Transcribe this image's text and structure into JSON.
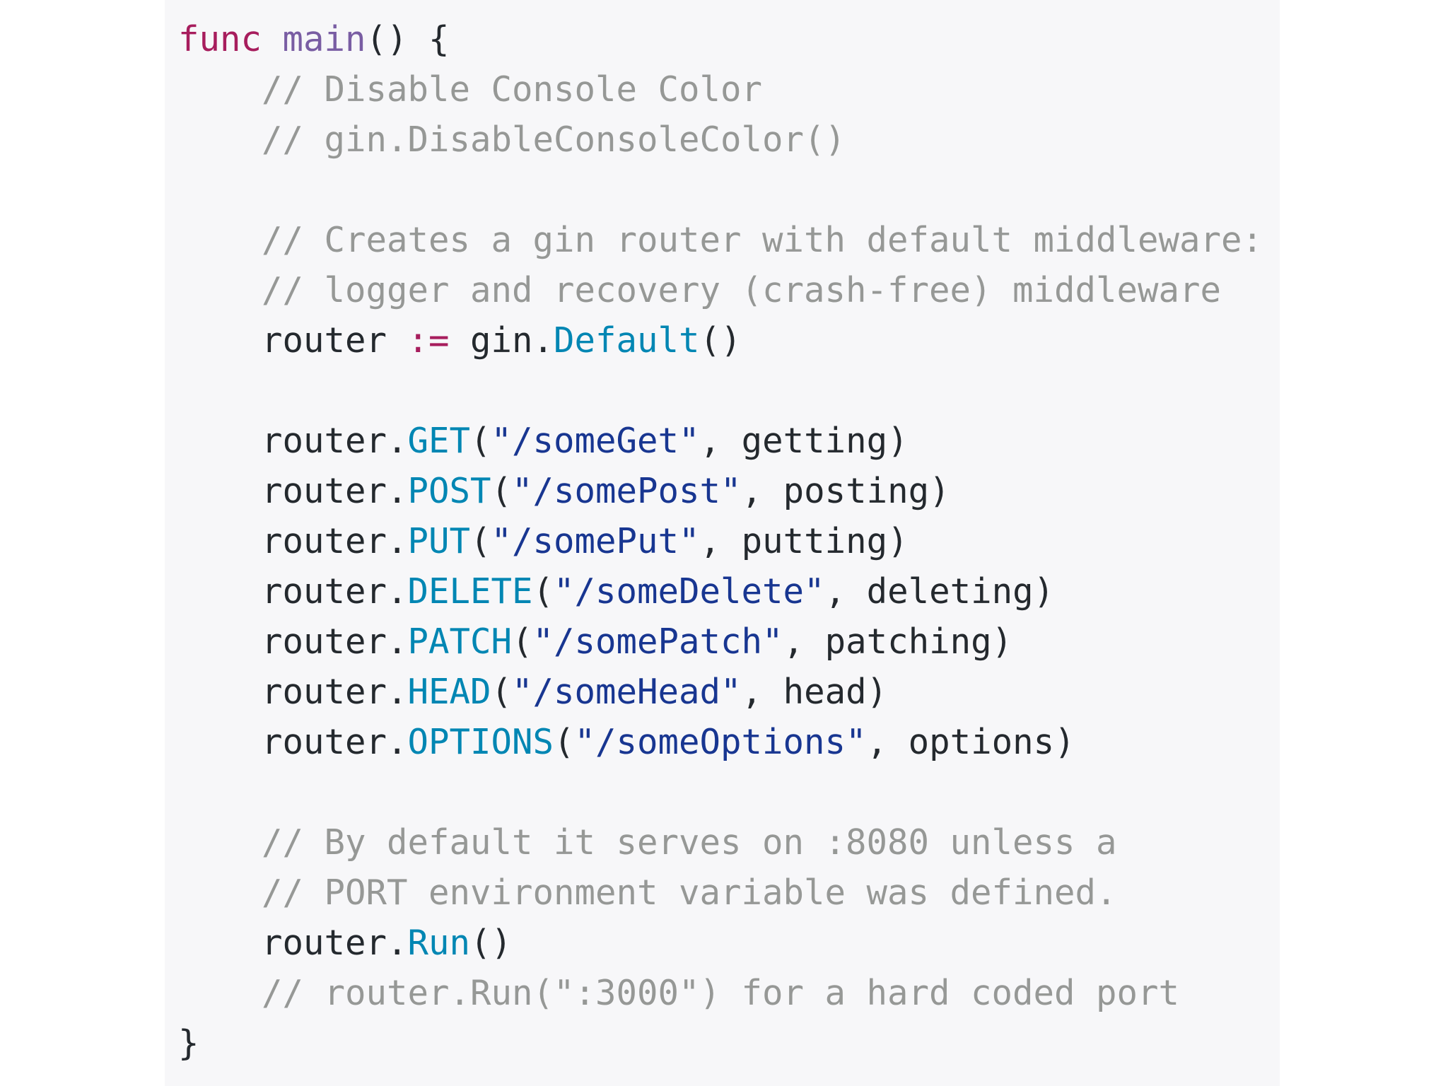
{
  "code": {
    "lines": [
      [
        {
          "t": "func",
          "c": "kw"
        },
        {
          "t": " ",
          "c": "plain"
        },
        {
          "t": "main",
          "c": "fn"
        },
        {
          "t": "() {",
          "c": "plain"
        }
      ],
      [
        {
          "t": "    // Disable Console Color",
          "c": "cm"
        }
      ],
      [
        {
          "t": "    // gin.DisableConsoleColor()",
          "c": "cm"
        }
      ],
      [],
      [
        {
          "t": "    // Creates a gin router with default middleware:",
          "c": "cm"
        }
      ],
      [
        {
          "t": "    // logger and recovery (crash-free) middleware",
          "c": "cm"
        }
      ],
      [
        {
          "t": "    router ",
          "c": "plain"
        },
        {
          "t": ":=",
          "c": "op"
        },
        {
          "t": " gin.",
          "c": "plain"
        },
        {
          "t": "Default",
          "c": "meth"
        },
        {
          "t": "()",
          "c": "plain"
        }
      ],
      [],
      [
        {
          "t": "    router.",
          "c": "plain"
        },
        {
          "t": "GET",
          "c": "meth"
        },
        {
          "t": "(",
          "c": "plain"
        },
        {
          "t": "\"/someGet\"",
          "c": "str"
        },
        {
          "t": ", getting)",
          "c": "plain"
        }
      ],
      [
        {
          "t": "    router.",
          "c": "plain"
        },
        {
          "t": "POST",
          "c": "meth"
        },
        {
          "t": "(",
          "c": "plain"
        },
        {
          "t": "\"/somePost\"",
          "c": "str"
        },
        {
          "t": ", posting)",
          "c": "plain"
        }
      ],
      [
        {
          "t": "    router.",
          "c": "plain"
        },
        {
          "t": "PUT",
          "c": "meth"
        },
        {
          "t": "(",
          "c": "plain"
        },
        {
          "t": "\"/somePut\"",
          "c": "str"
        },
        {
          "t": ", putting)",
          "c": "plain"
        }
      ],
      [
        {
          "t": "    router.",
          "c": "plain"
        },
        {
          "t": "DELETE",
          "c": "meth"
        },
        {
          "t": "(",
          "c": "plain"
        },
        {
          "t": "\"/someDelete\"",
          "c": "str"
        },
        {
          "t": ", deleting)",
          "c": "plain"
        }
      ],
      [
        {
          "t": "    router.",
          "c": "plain"
        },
        {
          "t": "PATCH",
          "c": "meth"
        },
        {
          "t": "(",
          "c": "plain"
        },
        {
          "t": "\"/somePatch\"",
          "c": "str"
        },
        {
          "t": ", patching)",
          "c": "plain"
        }
      ],
      [
        {
          "t": "    router.",
          "c": "plain"
        },
        {
          "t": "HEAD",
          "c": "meth"
        },
        {
          "t": "(",
          "c": "plain"
        },
        {
          "t": "\"/someHead\"",
          "c": "str"
        },
        {
          "t": ", head)",
          "c": "plain"
        }
      ],
      [
        {
          "t": "    router.",
          "c": "plain"
        },
        {
          "t": "OPTIONS",
          "c": "meth"
        },
        {
          "t": "(",
          "c": "plain"
        },
        {
          "t": "\"/someOptions\"",
          "c": "str"
        },
        {
          "t": ", options)",
          "c": "plain"
        }
      ],
      [],
      [
        {
          "t": "    // By default it serves on :8080 unless a",
          "c": "cm"
        }
      ],
      [
        {
          "t": "    // PORT environment variable was defined.",
          "c": "cm"
        }
      ],
      [
        {
          "t": "    router.",
          "c": "plain"
        },
        {
          "t": "Run",
          "c": "meth"
        },
        {
          "t": "()",
          "c": "plain"
        }
      ],
      [
        {
          "t": "    // router.Run(\":3000\") for a hard coded port",
          "c": "cm"
        }
      ],
      [
        {
          "t": "}",
          "c": "plain"
        }
      ]
    ]
  },
  "colors": {
    "background": "#ffffff",
    "code_background": "#f7f7f9",
    "keyword": "#a71d5d",
    "function_name": "#795da3",
    "comment": "#969896",
    "method": "#0086b3",
    "string": "#183691",
    "text": "#24292e"
  }
}
